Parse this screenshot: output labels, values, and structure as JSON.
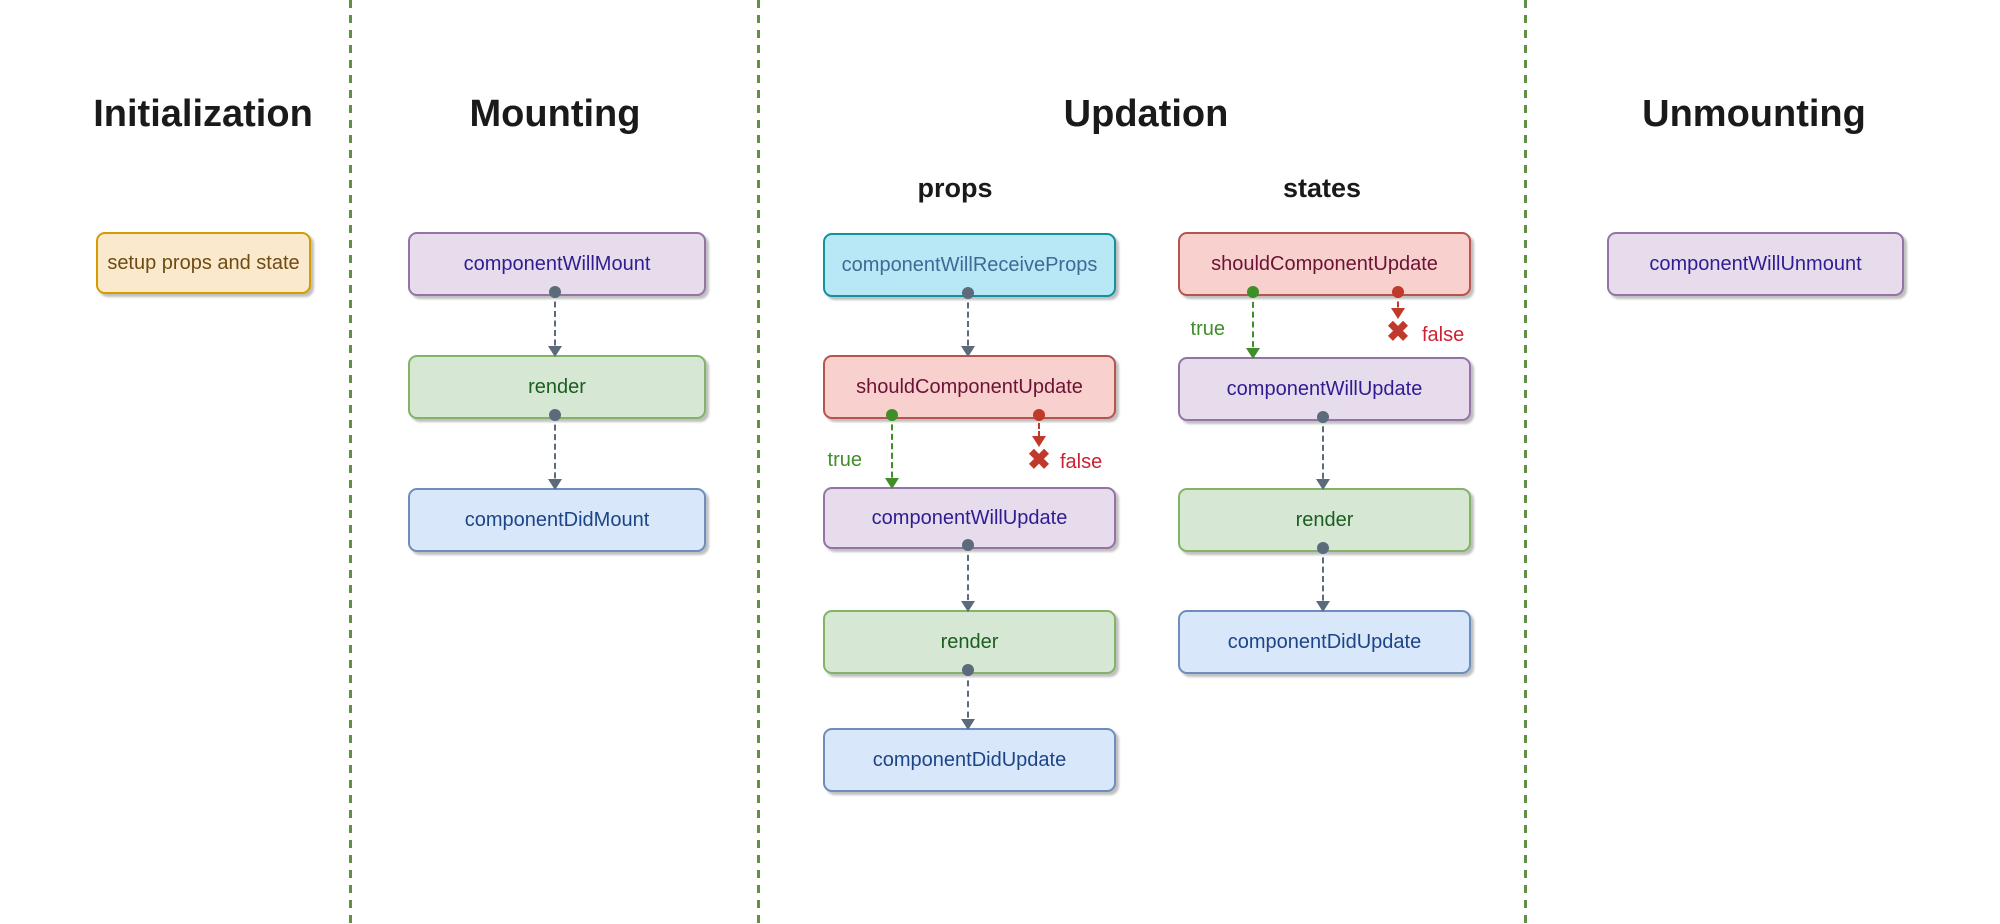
{
  "lanes": {
    "initialization": {
      "title": "Initialization"
    },
    "mounting": {
      "title": "Mounting"
    },
    "updation": {
      "title": "Updation",
      "sublanes": {
        "props": "props",
        "states": "states"
      }
    },
    "unmounting": {
      "title": "Unmounting"
    }
  },
  "nodes": {
    "setup_props_and_state": {
      "label": "setup props and state",
      "style": "orange"
    },
    "component_will_mount": {
      "label": "componentWillMount",
      "style": "purple"
    },
    "mounting_render": {
      "label": "render",
      "style": "green"
    },
    "component_did_mount": {
      "label": "componentDidMount",
      "style": "blue"
    },
    "component_will_receive_props": {
      "label": "componentWillReceiveProps",
      "style": "cyan"
    },
    "props_should_component_update": {
      "label": "shouldComponentUpdate",
      "style": "red"
    },
    "props_component_will_update": {
      "label": "componentWillUpdate",
      "style": "purple"
    },
    "props_render": {
      "label": "render",
      "style": "green"
    },
    "props_component_did_update": {
      "label": "componentDidUpdate",
      "style": "blue"
    },
    "states_should_component_update": {
      "label": "shouldComponentUpdate",
      "style": "red"
    },
    "states_component_will_update": {
      "label": "componentWillUpdate",
      "style": "purple"
    },
    "states_render": {
      "label": "render",
      "style": "green"
    },
    "states_component_did_update": {
      "label": "componentDidUpdate",
      "style": "blue"
    },
    "component_will_unmount": {
      "label": "componentWillUnmount",
      "style": "purple"
    }
  },
  "branches": {
    "true_label": "true",
    "false_label": "false",
    "false_x_glyph": "✖"
  },
  "colors": {
    "background": "#ffffff",
    "lane_separator": "#5e9141",
    "flow_arrow": "#5b6b7c",
    "true_branch": "#3f8e28",
    "false_branch": "#c0392b",
    "node_styles": {
      "orange": {
        "fill": "#fbe9ce",
        "border": "#d79b00",
        "text": "#6d4c11"
      },
      "purple": {
        "fill": "#e6dcec",
        "border": "#9673a6",
        "text": "#311b92"
      },
      "green": {
        "fill": "#d6e8d4",
        "border": "#82b366",
        "text": "#1b5e20"
      },
      "blue": {
        "fill": "#d9e7fa",
        "border": "#6c8ebf",
        "text": "#1c4587"
      },
      "cyan": {
        "fill": "#b8e7f5",
        "border": "#12929e",
        "text": "#3e6a96"
      },
      "red": {
        "fill": "#f8d0cd",
        "border": "#b85450",
        "text": "#6b1235"
      }
    }
  }
}
